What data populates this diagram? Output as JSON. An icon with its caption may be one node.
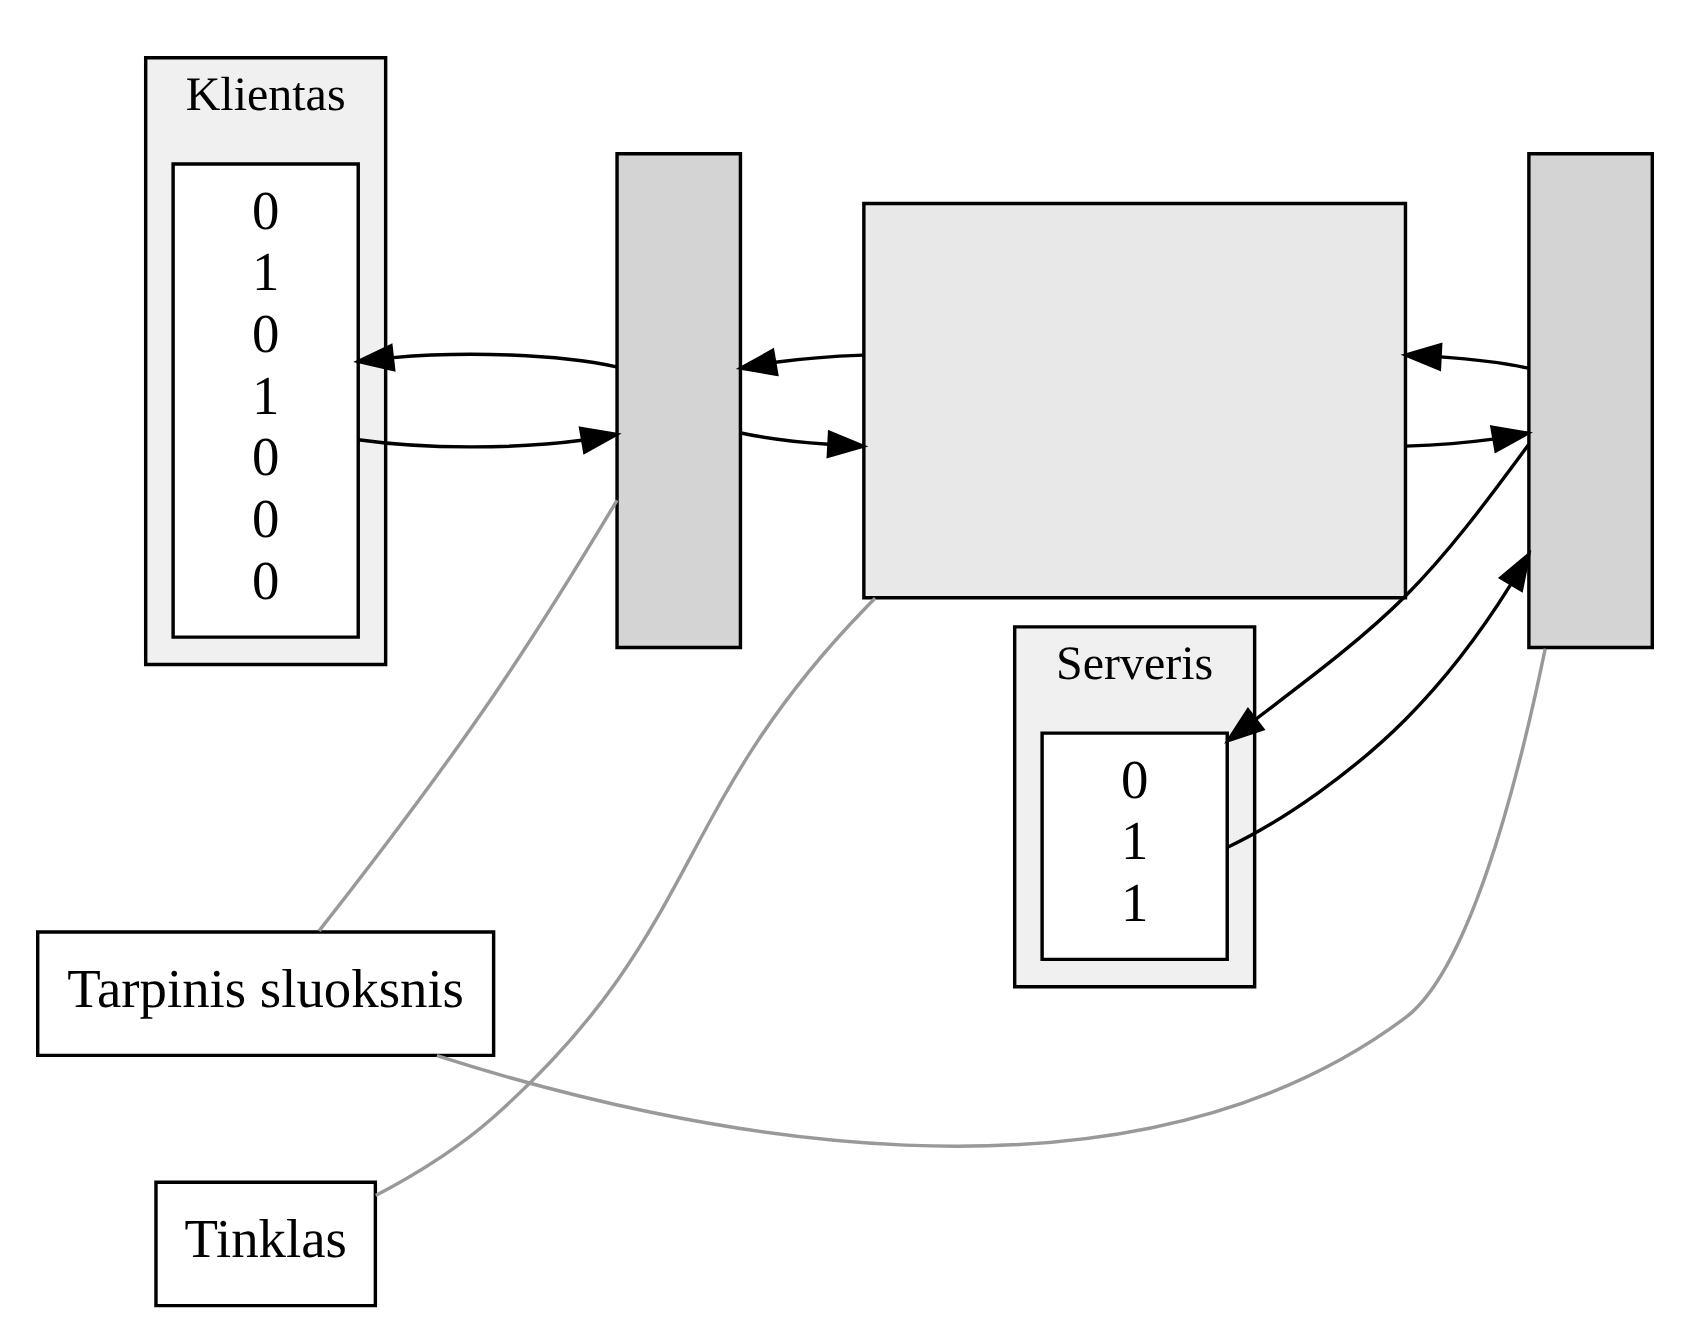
{
  "diagram": {
    "nodes": [
      {
        "text": [
          "Klientas"
        ]
      },
      {
        "text": [
          "0 1 0 1 0 0 0"
        ],
        "in": 0
      },
      {
        "text": [
          "Serveris"
        ]
      },
      {
        "text": [
          "0 1 1"
        ],
        "in": 2
      },
      {
        "text": [
          "Tinklas"
        ]
      },
      {
        "text": [],
        "shape": "box"
      },
      {
        "text": [],
        "shape": "box"
      },
      {
        "text": [],
        "shape": "box"
      },
      {
        "text": [
          "Tarpinis sluoksnis"
        ]
      }
    ],
    "edges": [
      {
        "from": 1,
        "to": 5,
        "arrow": "to"
      },
      {
        "from": 5,
        "to": 6,
        "arrow": "to"
      },
      {
        "from": 6,
        "to": 7,
        "arrow": "to"
      },
      {
        "from": 7,
        "to": 3,
        "arrow": "to"
      },
      {
        "from": 3,
        "to": 7,
        "arrow": "to"
      },
      {
        "from": 7,
        "to": 6,
        "arrow": "to"
      },
      {
        "from": 6,
        "to": 5,
        "arrow": "to"
      },
      {
        "from": 5,
        "to": 1,
        "arrow": "to"
      },
      {
        "from": 4,
        "to": 6,
        "arrow": "none",
        "color": "#999999"
      },
      {
        "from": 8,
        "to": 5,
        "arrow": "none",
        "color": "#999999"
      },
      {
        "from": 8,
        "to": 7,
        "arrow": "none",
        "color": "#999999"
      }
    ]
  }
}
